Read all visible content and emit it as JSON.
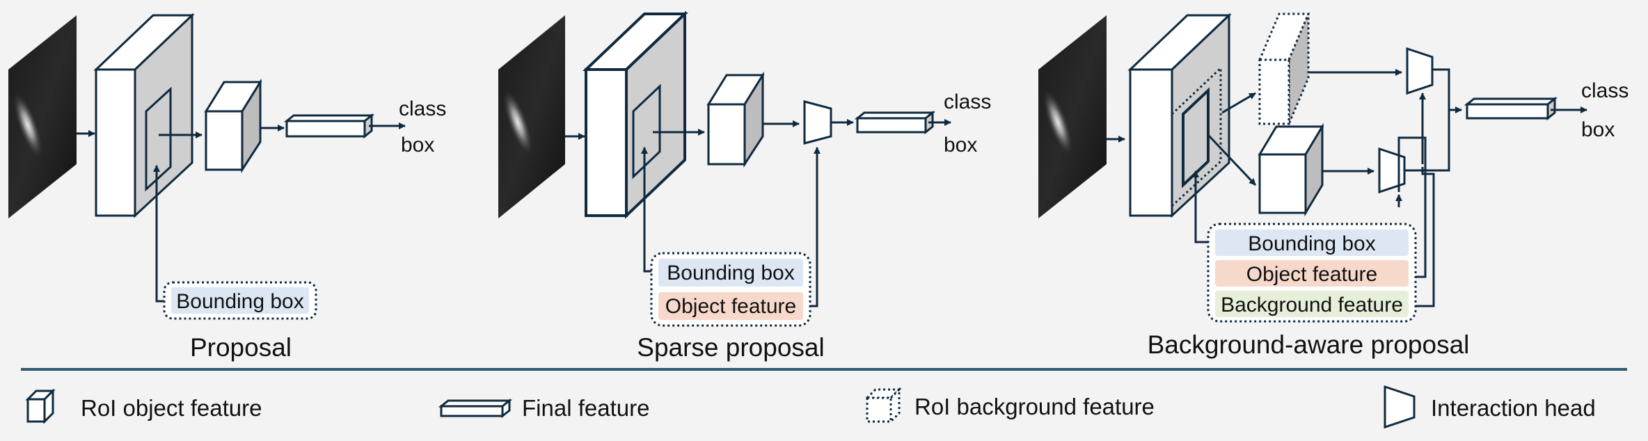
{
  "panels": [
    {
      "caption": "Proposal",
      "outputs": [
        "class",
        "box"
      ],
      "inputs": [
        "Bounding box"
      ]
    },
    {
      "caption": "Sparse proposal",
      "outputs": [
        "class",
        "box"
      ],
      "inputs": [
        "Bounding box",
        "Object feature"
      ]
    },
    {
      "caption": "Background-aware proposal",
      "outputs": [
        "class",
        "box"
      ],
      "inputs": [
        "Bounding box",
        "Object feature",
        "Background feature"
      ]
    }
  ],
  "legend": [
    {
      "label": "RoI object feature",
      "icon": "cube-icon"
    },
    {
      "label": "Final feature",
      "icon": "flat-box-icon"
    },
    {
      "label": "RoI background feature",
      "icon": "dotted-cube-icon"
    },
    {
      "label": "Interaction head",
      "icon": "trapezoid-icon"
    }
  ],
  "colors": {
    "stroke": "#0f2a3f",
    "divider": "#2e5a73",
    "face_gray": "#cfcfcf",
    "face_dark": "#aaaaaa",
    "bbox_fill": "#dce7f3",
    "object_fill": "#f7d9cc",
    "background_fill": "#e5efd9"
  }
}
